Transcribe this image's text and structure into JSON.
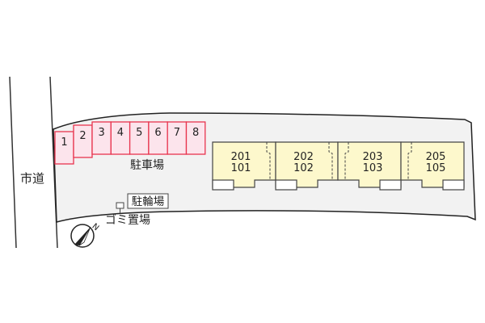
{
  "road_label": "市道",
  "parking": {
    "label": "駐車場",
    "slots": [
      "1",
      "2",
      "3",
      "4",
      "5",
      "6",
      "7",
      "8"
    ],
    "fill": "#fce4ec",
    "stroke": "#e8344e"
  },
  "bicycle_parking_label": "駐輪場",
  "trash_label": "ゴミ置場",
  "compass_label": "N",
  "building": {
    "fill": "#fdf8cc",
    "units": [
      {
        "upper": "201",
        "lower": "101"
      },
      {
        "upper": "202",
        "lower": "102"
      },
      {
        "upper": "203",
        "lower": "103"
      },
      {
        "upper": "205",
        "lower": "105"
      }
    ]
  },
  "lot_fill": "#f2f2f2"
}
